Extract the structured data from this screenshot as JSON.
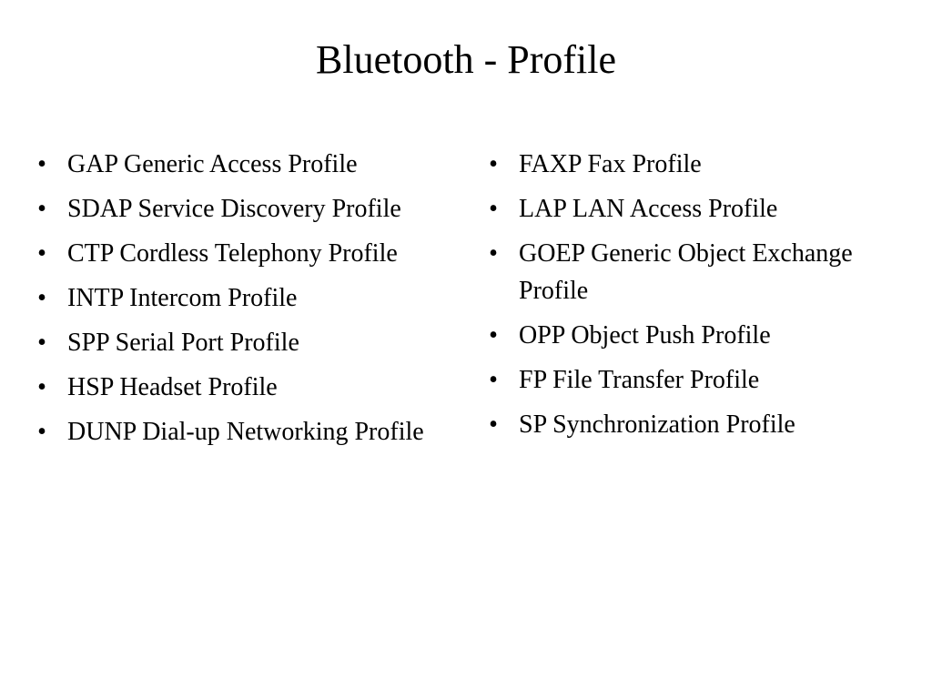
{
  "slide": {
    "title": "Bluetooth - Profile",
    "bullet_glyph": "•",
    "left_items": [
      {
        "label": "GAP Generic Access Profile"
      },
      {
        "label": "SDAP Service Discovery Profile"
      },
      {
        "label": "CTP Cordless Telephony Profile"
      },
      {
        "label": "INTP Intercom Profile"
      },
      {
        "label": "SPP Serial Port Profile"
      },
      {
        "label": "HSP Headset Profile"
      },
      {
        "label": "DUNP Dial-up Networking Profile"
      }
    ],
    "right_items": [
      {
        "label": "FAXP Fax Profile"
      },
      {
        "label": "LAP LAN Access Profile"
      },
      {
        "label": "GOEP Generic Object Exchange Profile"
      },
      {
        "label": "OPP Object Push Profile"
      },
      {
        "label": "FP File Transfer Profile"
      },
      {
        "label": "SP Synchronization Profile"
      }
    ]
  }
}
